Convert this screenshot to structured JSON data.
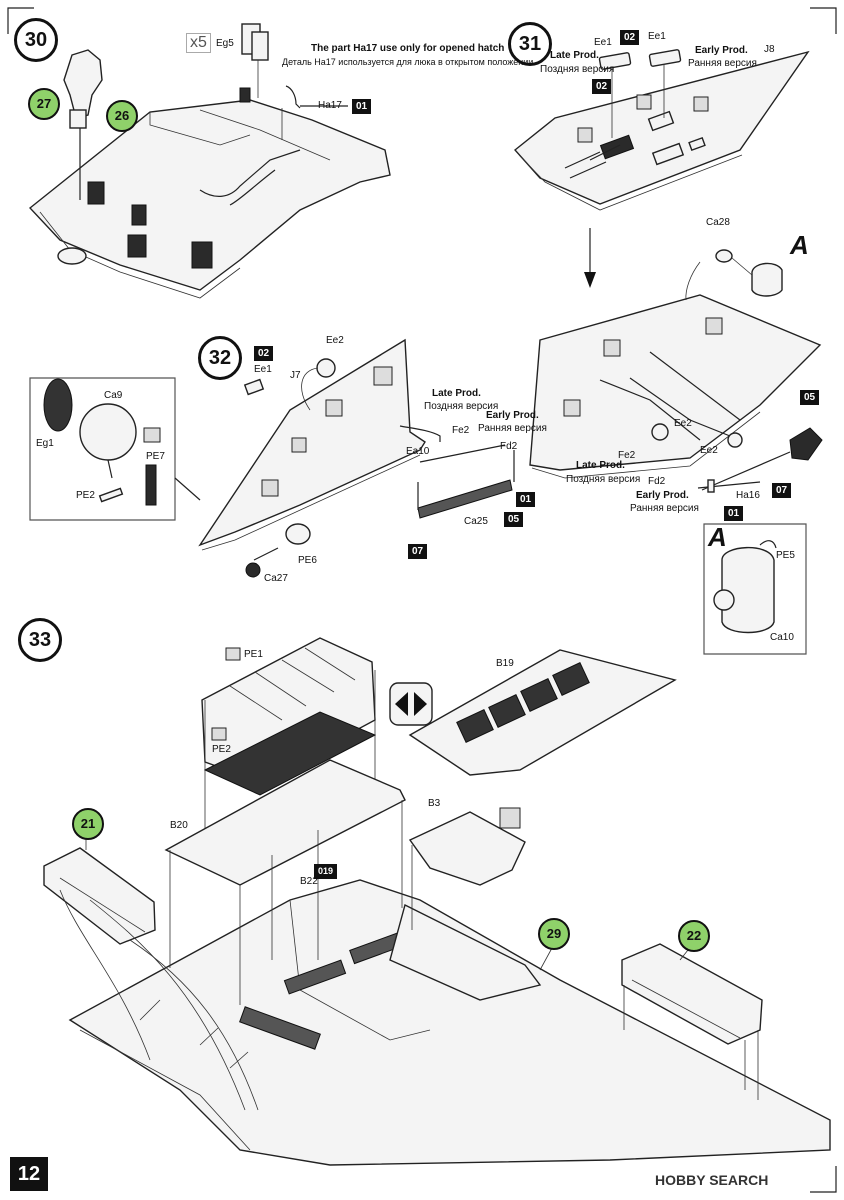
{
  "page_number": "12",
  "watermark": "HOBBY SEARCH",
  "steps": {
    "s30": "30",
    "s31": "31",
    "s32": "32",
    "s33": "33"
  },
  "callouts": {
    "c27": "27",
    "c26": "26",
    "c21": "21",
    "c29": "29",
    "c22": "22"
  },
  "step30": {
    "multiplier": "x5",
    "eg5": "Eg5",
    "note_en": "The part Ha17 use only for opened hatch",
    "note_ru": "Деталь Ha17 используется для люка в открытом положении",
    "ha17": "Ha17",
    "frame_01": "01"
  },
  "step31": {
    "ee1_left": "Ee1",
    "ee1_right": "Ee1",
    "frame_02_top": "02",
    "frame_02_left": "02",
    "late_en": "Late Prod.",
    "late_ru": "Поздняя версия",
    "early_en": "Early Prod.",
    "early_ru": "Ранняя версия",
    "j8": "J8",
    "ca28": "Ca28",
    "detail_a": "A",
    "ee2_a": "Ee2",
    "ee2_b": "Ee2",
    "fe2": "Fe2",
    "late2_en": "Late Prod.",
    "late2_ru": "Поздняя версия",
    "fd2": "Fd2",
    "early2_en": "Early Prod.",
    "early2_ru": "Ранняя версия",
    "ha16": "Ha16",
    "frame_05": "05",
    "frame_07": "07",
    "frame_01": "01",
    "detail_a2": "A",
    "pe5": "PE5",
    "ca10": "Ca10"
  },
  "step32": {
    "frame_02": "02",
    "ee1": "Ee1",
    "j7": "J7",
    "ee2": "Ee2",
    "late_en": "Late Prod.",
    "late_ru": "Поздняя версия",
    "early_en": "Early Prod.",
    "early_ru": "Ранняя версия",
    "fe2": "Fe2",
    "ea10": "Ea10",
    "fd2": "Fd2",
    "frame_01": "01",
    "ca25": "Ca25",
    "frame_05": "05",
    "frame_07": "07",
    "pe6": "PE6",
    "ca27": "Ca27",
    "ca9": "Ca9",
    "eg1": "Eg1",
    "pe7": "PE7",
    "pe2": "PE2"
  },
  "step33": {
    "pe1": "PE1",
    "pe2": "PE2",
    "b19": "B19",
    "b20": "B20",
    "b3": "B3",
    "frame_019": "019",
    "b22": "B22"
  }
}
